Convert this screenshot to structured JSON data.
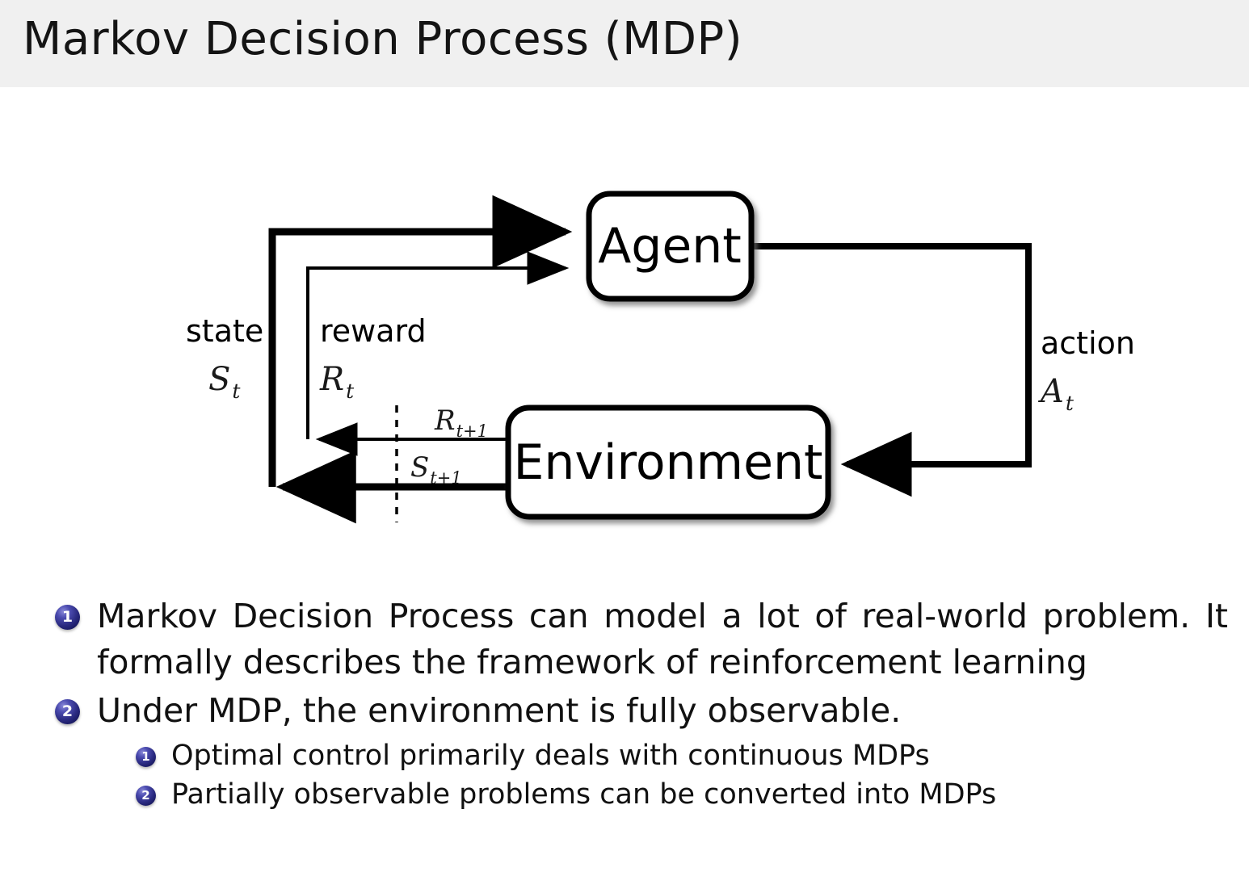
{
  "header": {
    "title": "Markov Decision Process (MDP)",
    "background_color": "#f0f0f0"
  },
  "diagram": {
    "name": "agent-environment-interaction-loop",
    "nodes": [
      {
        "id": "agent",
        "label": "Agent"
      },
      {
        "id": "environment",
        "label": "Environment"
      }
    ],
    "edges": [
      {
        "id": "state",
        "label": "state",
        "symbol": "S",
        "subscript": "t",
        "from": "environment",
        "to": "agent"
      },
      {
        "id": "reward",
        "label": "reward",
        "symbol": "R",
        "subscript": "t",
        "from": "environment",
        "to": "agent"
      },
      {
        "id": "action",
        "label": "action",
        "symbol": "A",
        "subscript": "t",
        "from": "agent",
        "to": "environment"
      },
      {
        "id": "next-reward",
        "label": "",
        "symbol": "R",
        "subscript": "t+1",
        "from": "environment",
        "to": "agent"
      },
      {
        "id": "next-state",
        "label": "",
        "symbol": "S",
        "subscript": "t+1",
        "from": "environment",
        "to": "agent"
      }
    ]
  },
  "bullets": {
    "items": [
      {
        "marker": "1",
        "text": "Markov Decision Process can model a lot of real-world problem. It formally describes the framework of reinforcement learning"
      },
      {
        "marker": "2",
        "text": "Under MDP, the environment is fully observable."
      }
    ],
    "subitems": [
      {
        "marker": "1",
        "text": "Optimal control primarily deals with continuous MDPs"
      },
      {
        "marker": "2",
        "text": "Partially observable problems can be converted into MDPs"
      }
    ]
  },
  "colors": {
    "marker_blue": "#2a2a80",
    "header_gray": "#f0f0f0",
    "ink": "#111111"
  }
}
